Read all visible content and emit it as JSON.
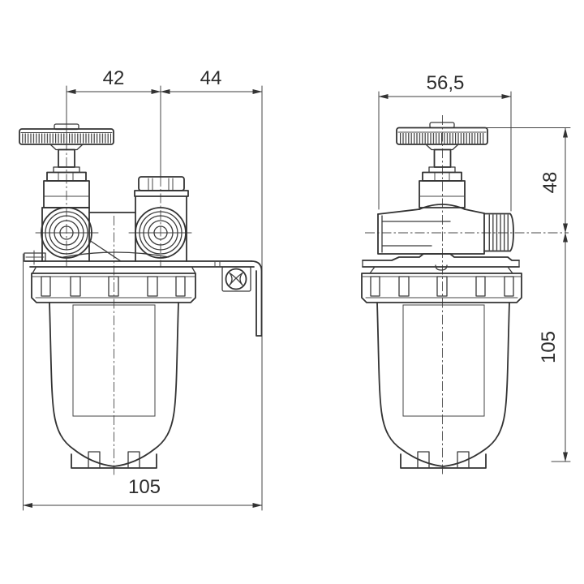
{
  "front_view": {
    "dim_42": "42",
    "dim_44": "44",
    "dim_width_105": "105"
  },
  "side_view": {
    "dim_56_5": "56,5",
    "dim_48": "48",
    "dim_height_105": "105"
  }
}
